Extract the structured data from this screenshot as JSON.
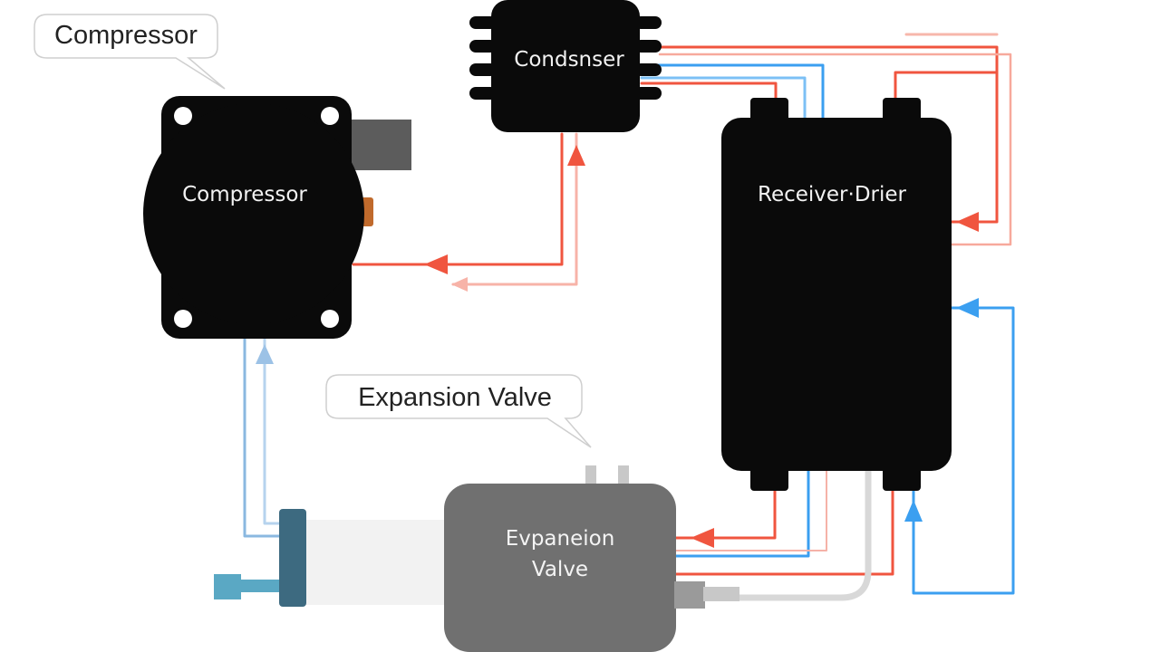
{
  "callouts": {
    "compressor": "Compressor",
    "expansion_valve": "Expansion Valve"
  },
  "components": {
    "compressor": "Compressor",
    "condenser": "Condsnser",
    "receiver_drier": "Receiver·Drier",
    "expansion_valve_line1": "Evpaneion",
    "expansion_valve_line2": "Valve"
  },
  "colors": {
    "hot_line": "#f0553f",
    "cold_line": "#3b9ff0",
    "component_fill": "#0a0a0a",
    "valve_body": "#707070"
  }
}
